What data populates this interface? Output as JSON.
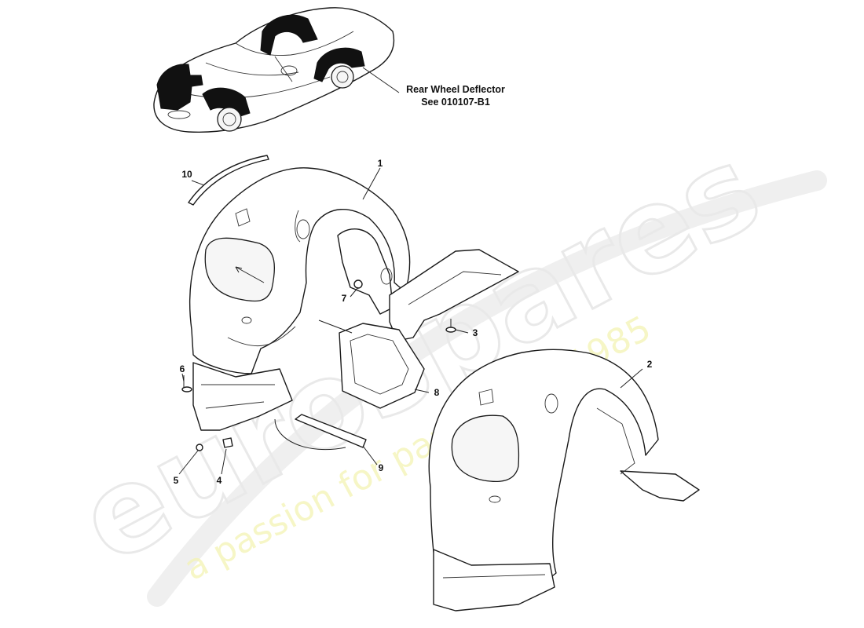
{
  "watermark": {
    "brand": "eurospares",
    "tagline": "a passion for parts since 1985"
  },
  "reference_note": {
    "line1": "Rear Wheel Deflector",
    "line2": "See 010107-B1"
  },
  "callouts": {
    "c1": "1",
    "c2": "2",
    "c3": "3",
    "c4": "4",
    "c5": "5",
    "c6": "6",
    "c7": "7",
    "c8": "8",
    "c9": "9",
    "c10": "10"
  }
}
